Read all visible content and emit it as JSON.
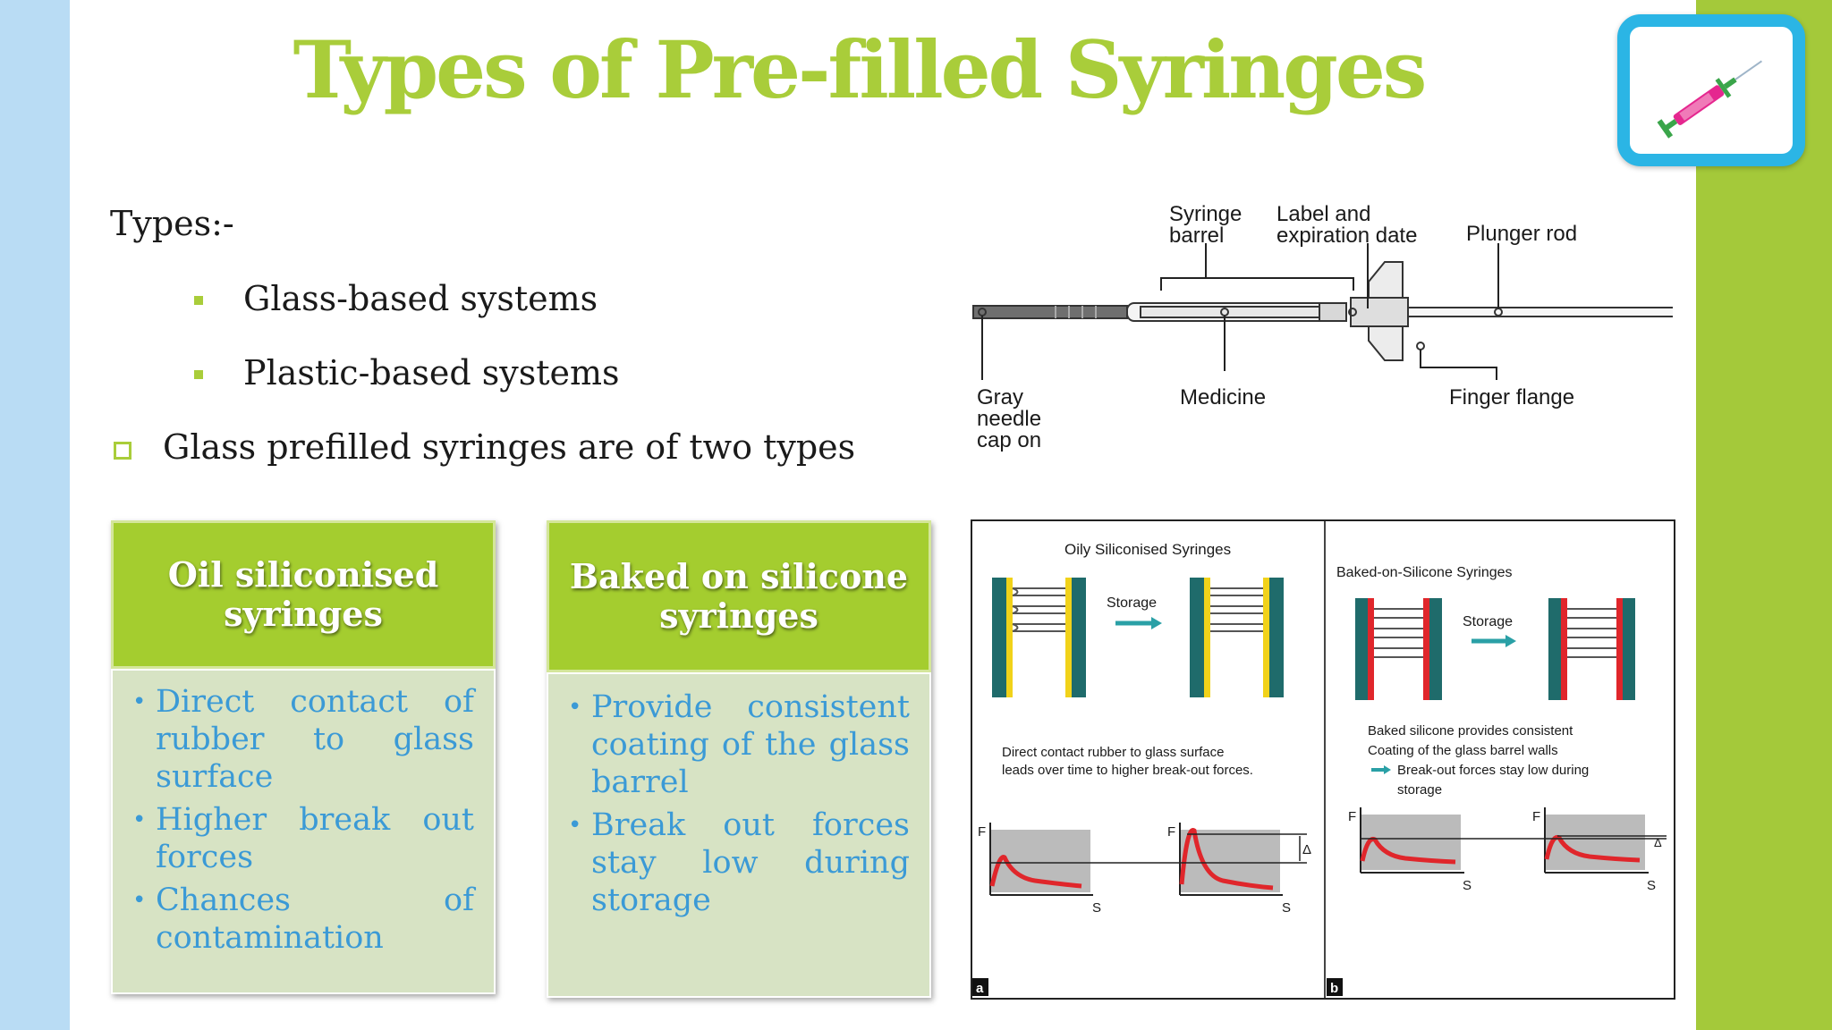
{
  "title": "Types of Pre-filled Syringes",
  "intro": {
    "types_heading": "Types:-",
    "types": [
      "Glass-based systems",
      "Plastic-based systems"
    ],
    "glass_line": "Glass prefilled syringes are of two types"
  },
  "cards": [
    {
      "heading": "Oil siliconised syringes",
      "points": [
        "Direct contact of rubber to glass surface",
        "Higher break out forces",
        "Chances of contamination"
      ]
    },
    {
      "heading": "Baked on silicone syringes",
      "points": [
        "Provide consistent coating of the glass barrel",
        "Break out forces stay low during storage"
      ]
    }
  ],
  "syringe_diagram": {
    "labels": {
      "barrel_1": "Syringe",
      "barrel_2": "barrel",
      "label_1": "Label and",
      "label_2": "expiration date",
      "plunger": "Plunger rod",
      "cap_1": "Gray",
      "cap_2": "needle",
      "cap_3": "cap on",
      "medicine": "Medicine",
      "flange": "Finger flange"
    }
  },
  "comparison_figure": {
    "panel_a": {
      "title": "Oily Siliconised Syringes",
      "arrow_label": "Storage",
      "caption_1": "Direct contact rubber to glass surface",
      "caption_2": "leads over time to higher break-out forces.",
      "axis_f": "F",
      "axis_s": "S",
      "delta": "Δ",
      "corner": "a"
    },
    "panel_b": {
      "title": "Baked-on-Silicone Syringes",
      "arrow_label": "Storage",
      "caption_1": "Baked silicone provides consistent",
      "caption_2": "Coating of the glass barrel walls",
      "caption_3": "Break-out forces stay low during",
      "caption_4": "storage",
      "axis_f": "F",
      "axis_s": "S",
      "delta": "Δ",
      "corner": "b"
    }
  },
  "colors": {
    "title_green": "#a9cd3a",
    "left_stripe": "#b9dcf4",
    "right_stripe": "#a4c93a",
    "card_head": "#a4cd2f",
    "card_body": "#d7e3c4",
    "bullet_text": "#3b9ad6",
    "curve_red": "#e0262b"
  },
  "icons": [
    "syringe-icon"
  ]
}
